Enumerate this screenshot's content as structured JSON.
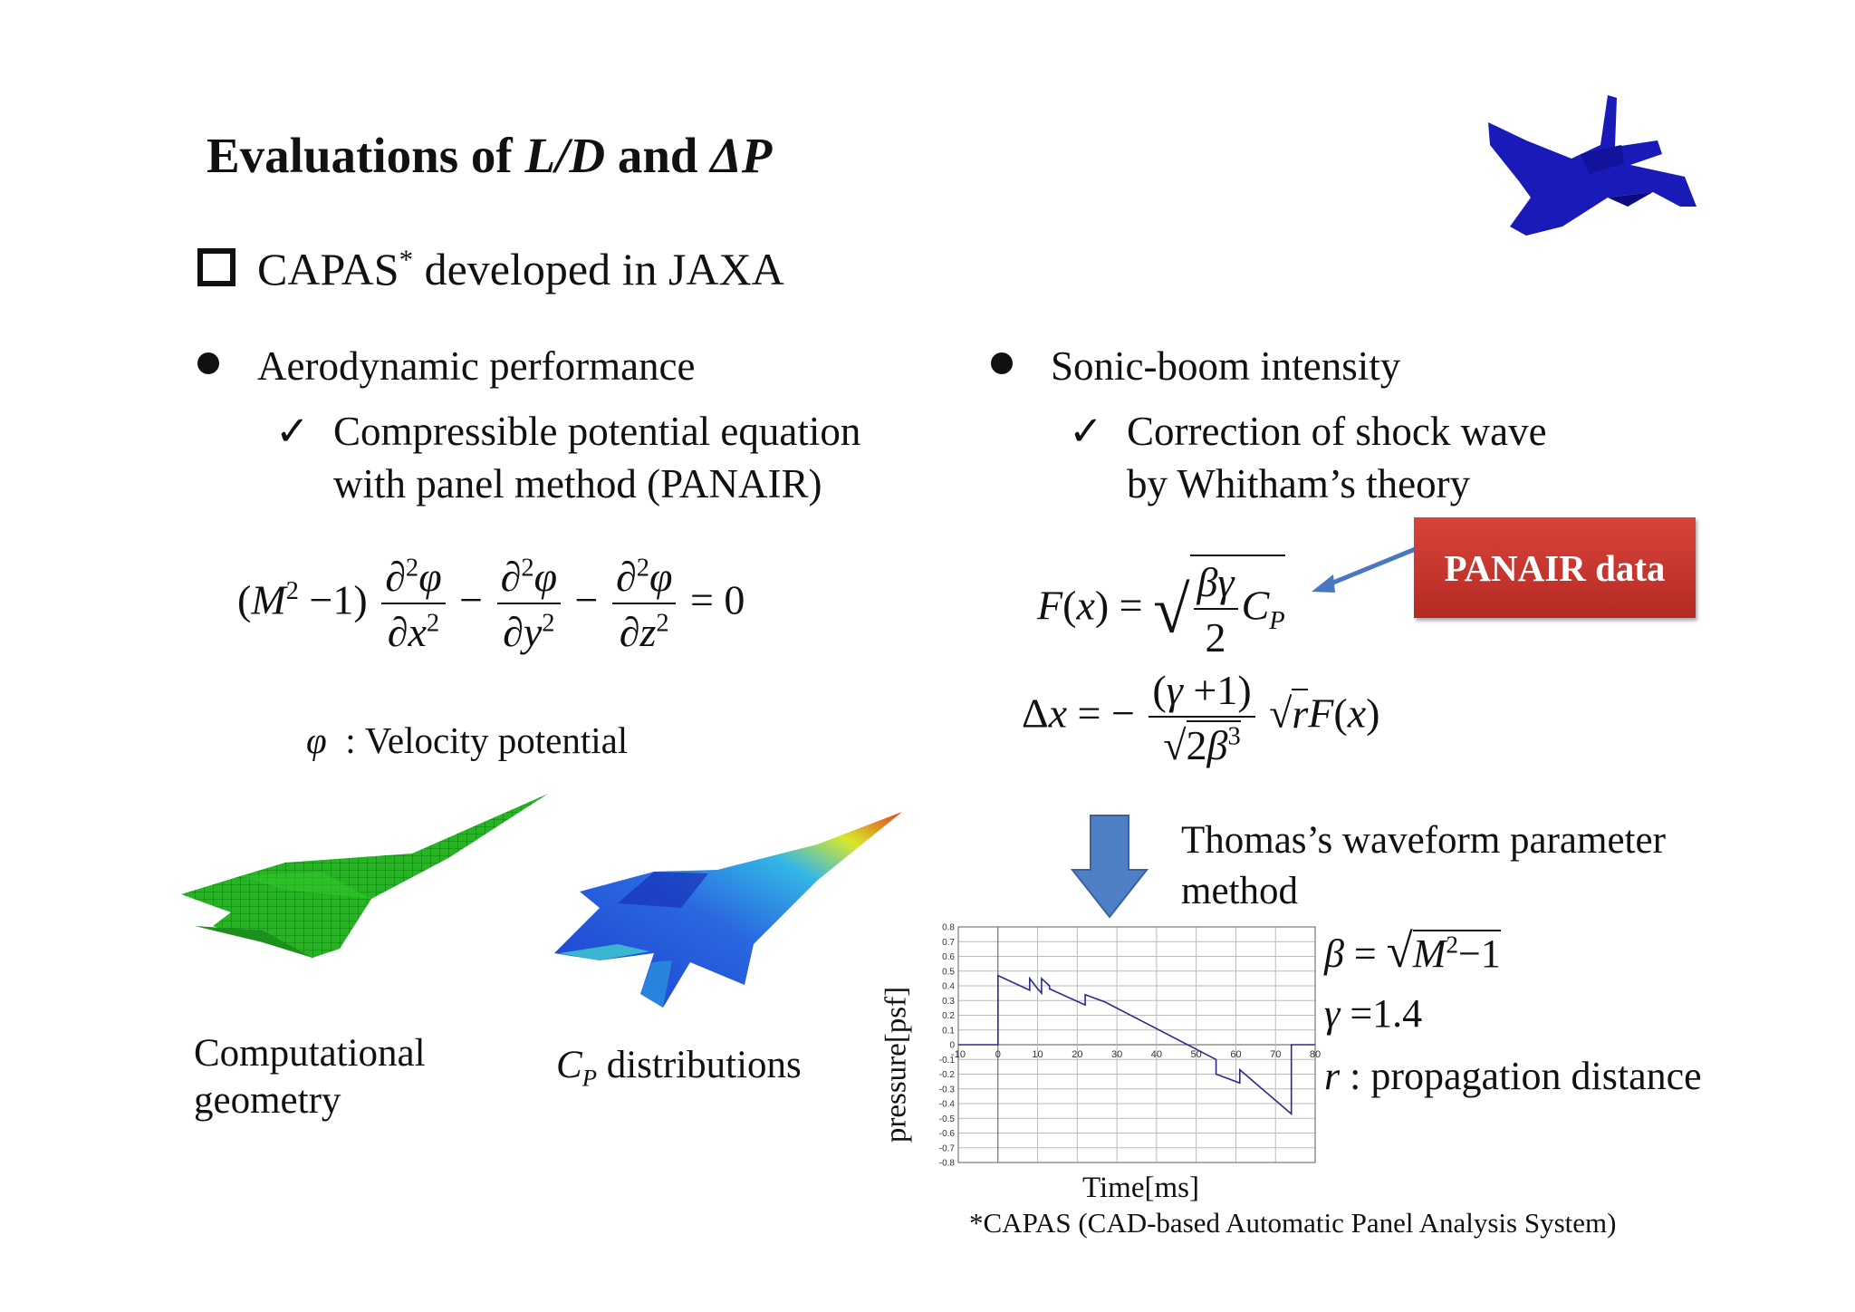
{
  "title": {
    "prefix": "Evaluations of ",
    "ld": "L/D",
    "mid": " and ",
    "dp": "ΔP"
  },
  "subtitle": {
    "text": "CAPAS",
    "star": "*",
    "rest": " developed in JAXA"
  },
  "left": {
    "bullet": "Aerodynamic performance",
    "check_line1": "Compressible potential equation",
    "check_line2": "with panel method (PANAIR)",
    "phi_label": "Velocity potential",
    "caption_geometry_1": "Computational",
    "caption_geometry_2": "geometry",
    "caption_cp_rest": "distributions"
  },
  "right": {
    "bullet": "Sonic-boom intensity",
    "check_line1": "Correction of shock wave",
    "check_line2": "by Whitham’s theory",
    "panair_box": "PANAIR data",
    "thomas_line1": "Thomas’s waveform parameter",
    "thomas_line2": "method",
    "gamma_value": "1.4",
    "r_label": "propagation distance"
  },
  "colors": {
    "panair_box": "#c0392b",
    "arrow": "#4a78c0",
    "airplane_icon": "#1a1ab8",
    "green_model": "#22b020"
  },
  "chart_data": {
    "type": "line",
    "xlabel": "Time[ms]",
    "ylabel": "pressure[psf]",
    "xlim": [
      -10,
      80
    ],
    "ylim": [
      -0.8,
      0.8
    ],
    "x_ticks": [
      -10,
      0,
      10,
      20,
      30,
      40,
      50,
      60,
      70,
      80
    ],
    "y_ticks": [
      0.8,
      0.7,
      0.6,
      0.5,
      0.4,
      0.3,
      0.2,
      0.1,
      0,
      -0.1,
      -0.2,
      -0.3,
      -0.4,
      -0.5,
      -0.6,
      -0.7,
      -0.8
    ],
    "grid": true,
    "series": [
      {
        "x": [
          -10,
          0,
          0,
          8,
          8,
          10,
          11,
          11,
          13,
          13,
          22,
          22,
          27,
          55,
          55,
          61,
          61,
          74,
          74,
          80
        ],
        "y": [
          0,
          0,
          0.47,
          0.37,
          0.45,
          0.38,
          0.35,
          0.45,
          0.4,
          0.38,
          0.27,
          0.34,
          0.29,
          -0.1,
          -0.2,
          -0.26,
          -0.17,
          -0.47,
          0,
          0
        ]
      }
    ]
  },
  "footnote": "*CAPAS (CAD-based Automatic Panel Analysis System)"
}
